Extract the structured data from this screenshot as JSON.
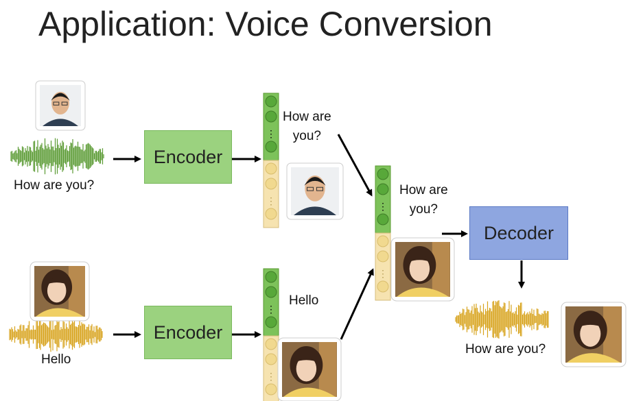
{
  "title": "Application: Voice Conversion",
  "encoder_top": "Encoder",
  "encoder_bottom": "Encoder",
  "decoder": "Decoder",
  "wave_label_top": "How are you?",
  "wave_label_bottom": "Hello",
  "content_label_top": "How are\nyou?",
  "content_label_bottom": "Hello",
  "content_label_mid": "How are\nyou?",
  "output_label": "How are you?",
  "colors": {
    "green_wave": "#5a9a32",
    "orange_wave": "#d7a21a",
    "encoder": "#9bd27f",
    "decoder": "#8ea6e0",
    "vec_green": "#6ab04c",
    "vec_tan": "#f3dda6"
  }
}
